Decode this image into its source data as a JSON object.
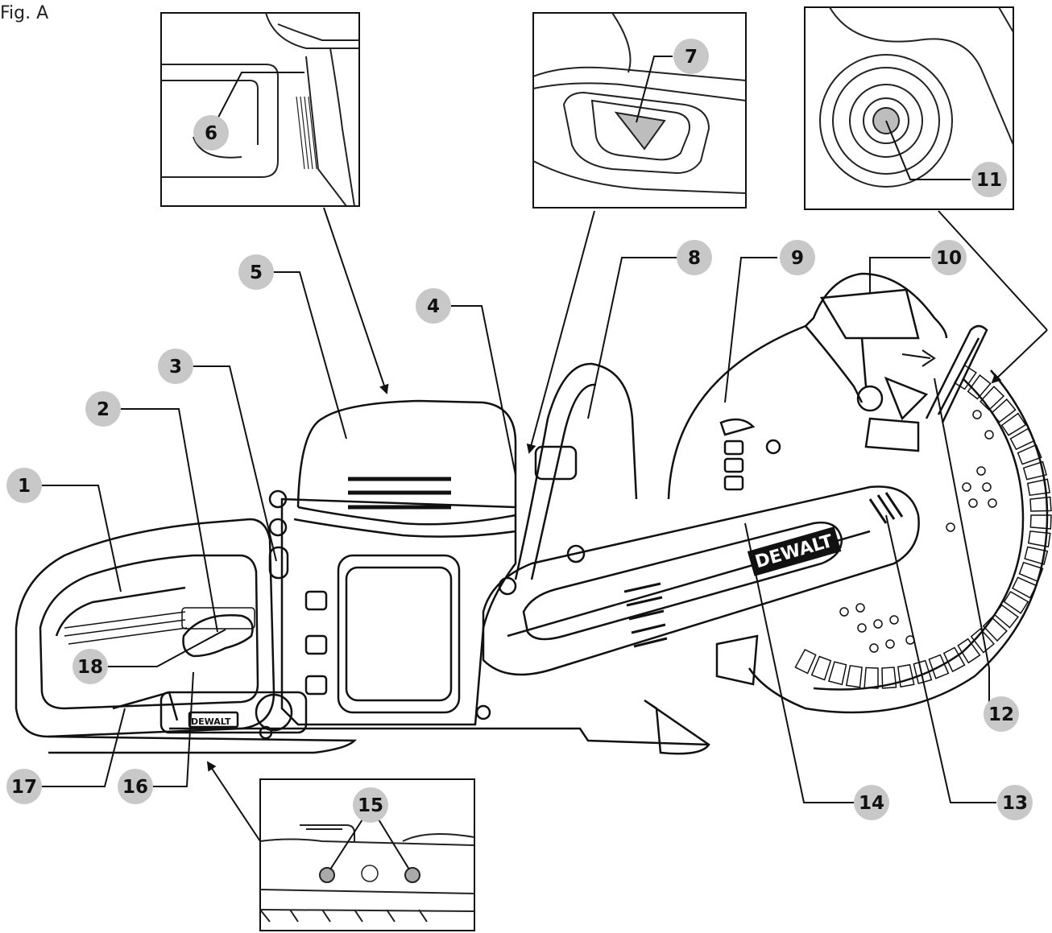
{
  "figure": {
    "label": "Fig. A"
  },
  "brand": {
    "logo_text": "DEWALT",
    "battery_logo_text": "DEWALT"
  },
  "colors": {
    "callout_fill": "#c8c8c8",
    "line": "#111111",
    "background": "#ffffff"
  },
  "callouts": [
    {
      "id": "1",
      "label": "1"
    },
    {
      "id": "2",
      "label": "2"
    },
    {
      "id": "3",
      "label": "3"
    },
    {
      "id": "4",
      "label": "4"
    },
    {
      "id": "5",
      "label": "5"
    },
    {
      "id": "6",
      "label": "6"
    },
    {
      "id": "7",
      "label": "7"
    },
    {
      "id": "8",
      "label": "8"
    },
    {
      "id": "9",
      "label": "9"
    },
    {
      "id": "10",
      "label": "10"
    },
    {
      "id": "11",
      "label": "11"
    },
    {
      "id": "12",
      "label": "12"
    },
    {
      "id": "13",
      "label": "13"
    },
    {
      "id": "14",
      "label": "14"
    },
    {
      "id": "15",
      "label": "15"
    },
    {
      "id": "16",
      "label": "16"
    },
    {
      "id": "17",
      "label": "17"
    },
    {
      "id": "18",
      "label": "18"
    }
  ]
}
